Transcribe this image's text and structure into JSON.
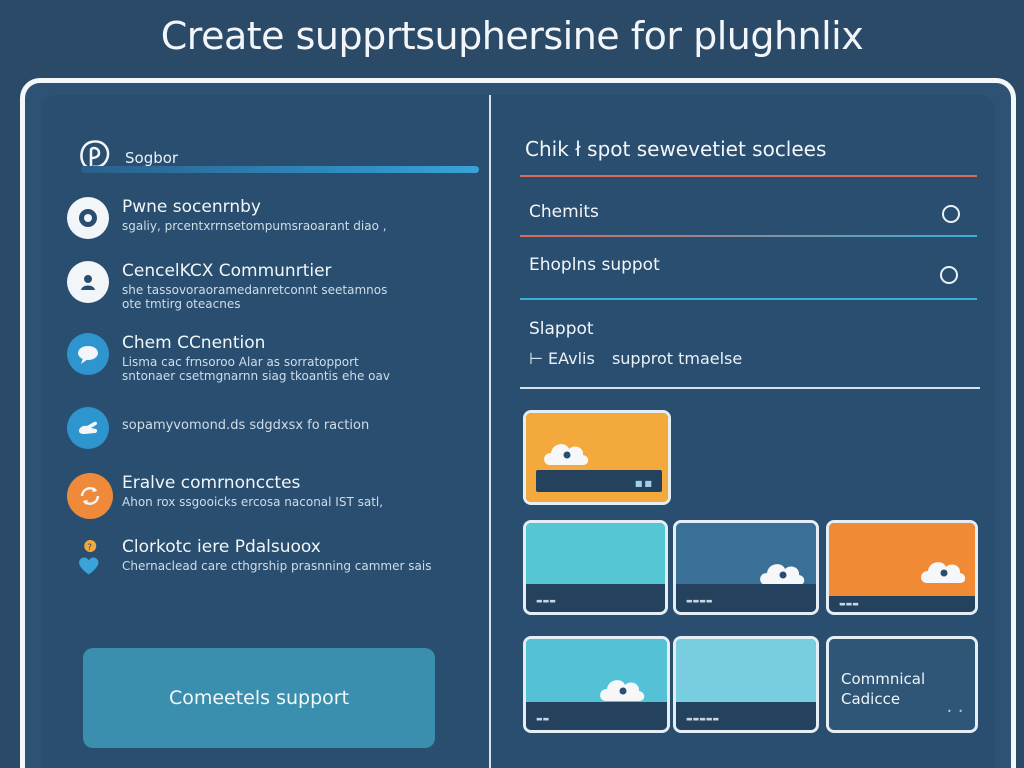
{
  "page_title": "Create supprtsuphersine for plughnlix",
  "left": {
    "logo_label": "Sogbor",
    "items": [
      {
        "title": "Pwne socenrnby",
        "desc_lines": [
          "sgaliy, prcentxrrnsetompumsraoarant diao ,"
        ],
        "icon": "dot-circle-icon",
        "color": "#f2f6f9"
      },
      {
        "title": "CencelKCX Communrtier",
        "desc_lines": [
          "she tassovoraoramedanretconnt seetamnos",
          "ote tmtirg oteacnes"
        ],
        "icon": "user-icon",
        "color": "#f2f6f9"
      },
      {
        "title": "Chem CCnention",
        "desc_lines": [
          "Lisma cac frnsoroo Alar as sorratopport",
          "sntonaer csetmgnarnn siag tkoantis ehe oav"
        ],
        "icon": "chat-bubble-icon",
        "color": "#2f95cf"
      },
      {
        "title": "",
        "desc_lines": [
          "sopamyvomond.ds sdgdxsx fo raction"
        ],
        "icon": "hand-icon",
        "color": "#2f95cf"
      },
      {
        "title": "Eralve comrnoncctes",
        "desc_lines": [
          "Ahon rox ssgooicks ercosa naconal IST satl,"
        ],
        "icon": "refresh-icon",
        "color": "#ee8a3a"
      },
      {
        "title": "Clorkotc iere Pdalsuoox",
        "desc_lines": [
          "Chernaclead care cthgrship prasnning cammer sais"
        ],
        "icon": "heart-question-icon",
        "color": "#3aa3d8"
      }
    ],
    "cta_label": "Comeetels support"
  },
  "right": {
    "heading": "Chik ł spot sewevetiet soclees",
    "options": [
      {
        "label": "Chemits"
      },
      {
        "label": "Ehoplns suppot"
      }
    ],
    "support_label": "Slappot",
    "support_sub_prefix": "⊢ EAvlis",
    "support_sub_text": "supprot tmaelse",
    "cards": [
      {
        "color": "#f3a93c",
        "band_text": "",
        "has_cloud": true
      },
      {
        "color": "#55c6d3",
        "band_text": "",
        "has_cloud": false
      },
      {
        "color": "#3a6f98",
        "band_text": "",
        "has_cloud": true
      },
      {
        "color": "#f18a34",
        "band_text": "",
        "has_cloud": true
      },
      {
        "color": "#55c1d6",
        "band_text": "",
        "has_cloud": true
      },
      {
        "color": "#79cde0",
        "band_text": "",
        "has_cloud": false
      },
      {
        "color": "#2f5676",
        "title": "Commnical\nCadicce",
        "has_cloud": false
      }
    ]
  },
  "colors": {
    "background": "#2a4a68",
    "accent_blue": "#2f95cf",
    "accent_orange": "#ee8a3a",
    "line_red": "#d86a5a",
    "line_cyan": "#3ab0d8"
  }
}
